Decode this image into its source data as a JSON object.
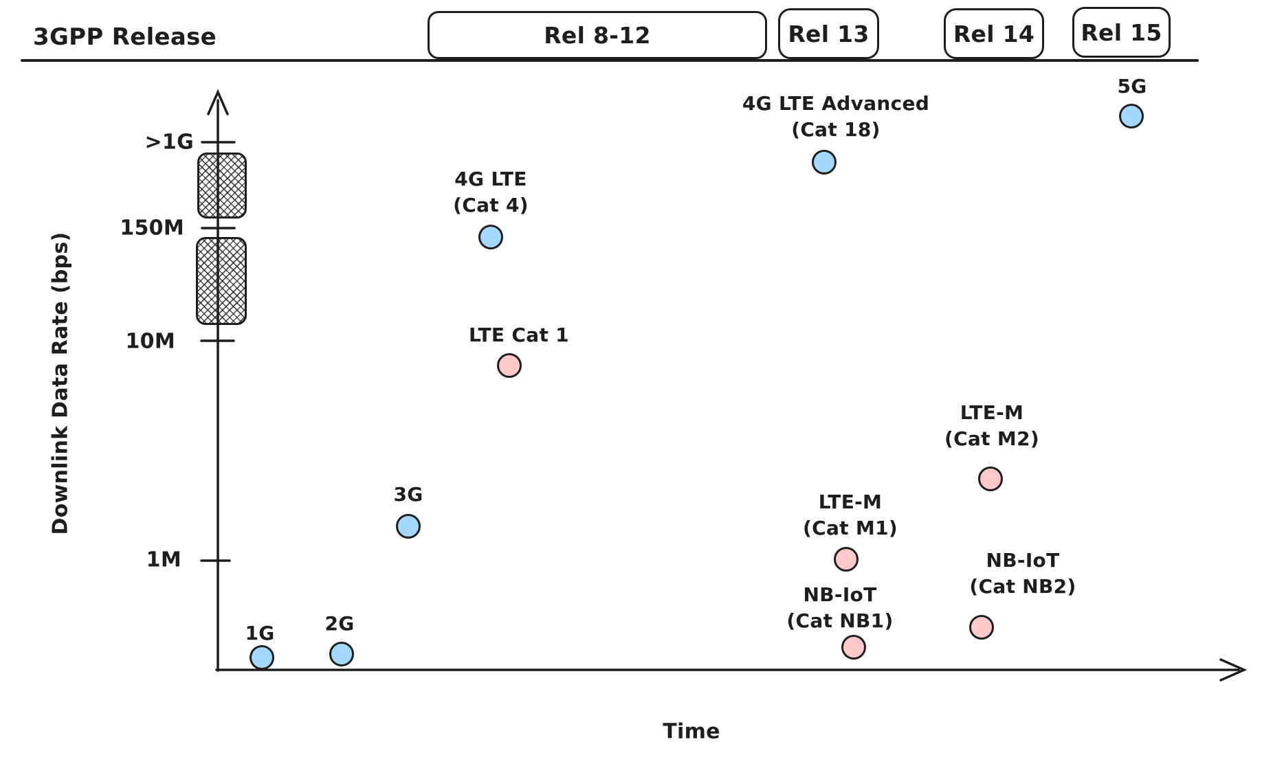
{
  "header": {
    "title": "3GPP Release",
    "releases": [
      {
        "label": "Rel 8-12"
      },
      {
        "label": "Rel 13"
      },
      {
        "label": "Rel 14"
      },
      {
        "label": "Rel 15"
      }
    ]
  },
  "axes": {
    "y_label": "Downlink Data Rate (bps)",
    "x_label": "Time",
    "y_ticks": [
      {
        "label": ">1G"
      },
      {
        "label": "150M"
      },
      {
        "label": "10M"
      },
      {
        "label": "1M"
      }
    ]
  },
  "colors": {
    "stroke": "#1e1e1e",
    "blue_fill": "#a5d8ff",
    "pink_fill": "#ffc9c9",
    "background": "#ffffff"
  },
  "points": [
    {
      "label_lines": [
        "1G"
      ],
      "series": "blue"
    },
    {
      "label_lines": [
        "2G"
      ],
      "series": "blue"
    },
    {
      "label_lines": [
        "3G"
      ],
      "series": "blue"
    },
    {
      "label_lines": [
        "LTE Cat 1"
      ],
      "series": "pink"
    },
    {
      "label_lines": [
        "4G LTE",
        "(Cat 4)"
      ],
      "series": "blue"
    },
    {
      "label_lines": [
        "4G LTE Advanced",
        "(Cat 18)"
      ],
      "series": "blue"
    },
    {
      "label_lines": [
        "5G"
      ],
      "series": "blue"
    },
    {
      "label_lines": [
        "LTE-M",
        "(Cat M1)"
      ],
      "series": "pink"
    },
    {
      "label_lines": [
        "LTE-M",
        "(Cat M2)"
      ],
      "series": "pink"
    },
    {
      "label_lines": [
        "NB-IoT",
        "(Cat NB1)"
      ],
      "series": "pink"
    },
    {
      "label_lines": [
        "NB-IoT",
        "(Cat NB2)"
      ],
      "series": "pink"
    }
  ],
  "chart_data": {
    "type": "scatter",
    "title": "",
    "xlabel": "Time",
    "ylabel": "Downlink Data Rate (bps)",
    "y_tick_labels": [
      "1M",
      "10M",
      "150M",
      ">1G"
    ],
    "y_axis_breaks": [
      "between 150M and >1G",
      "between 10M and 150M"
    ],
    "x_bands": [
      "Rel 8-12",
      "Rel 13",
      "Rel 14",
      "Rel 15"
    ],
    "legend": "none",
    "grid": false,
    "series_colors": {
      "blue": "#a5d8ff",
      "pink": "#ffc9c9"
    },
    "points": [
      {
        "name": "1G",
        "series": "blue",
        "release_band": "left of Rel 8-12",
        "downlink_rate": "<<1M"
      },
      {
        "name": "2G",
        "series": "blue",
        "release_band": "left of Rel 8-12",
        "downlink_rate": "<<1M"
      },
      {
        "name": "3G",
        "series": "blue",
        "release_band": "left of Rel 8-12",
        "downlink_rate": "~1.5M (just above 1M)"
      },
      {
        "name": "LTE Cat 1",
        "series": "pink",
        "release_band": "Rel 8-12",
        "downlink_rate": "~10M"
      },
      {
        "name": "4G LTE (Cat 4)",
        "series": "blue",
        "release_band": "Rel 8-12",
        "downlink_rate": "~150M"
      },
      {
        "name": "4G LTE Advanced (Cat 18)",
        "series": "blue",
        "release_band": "Rel 13",
        "downlink_rate": "~1G (just below >1G)"
      },
      {
        "name": "5G",
        "series": "blue",
        "release_band": "Rel 15",
        "downlink_rate": ">1G"
      },
      {
        "name": "LTE-M (Cat M1)",
        "series": "pink",
        "release_band": "Rel 13",
        "downlink_rate": "~1M"
      },
      {
        "name": "LTE-M (Cat M2)",
        "series": "pink",
        "release_band": "Rel 14",
        "downlink_rate": "~3M (between 1M and 10M)"
      },
      {
        "name": "NB-IoT (Cat NB1)",
        "series": "pink",
        "release_band": "Rel 13",
        "downlink_rate": "<1M"
      },
      {
        "name": "NB-IoT (Cat NB2)",
        "series": "pink",
        "release_band": "Rel 14",
        "downlink_rate": "<1M (slightly above NB1)"
      }
    ]
  }
}
